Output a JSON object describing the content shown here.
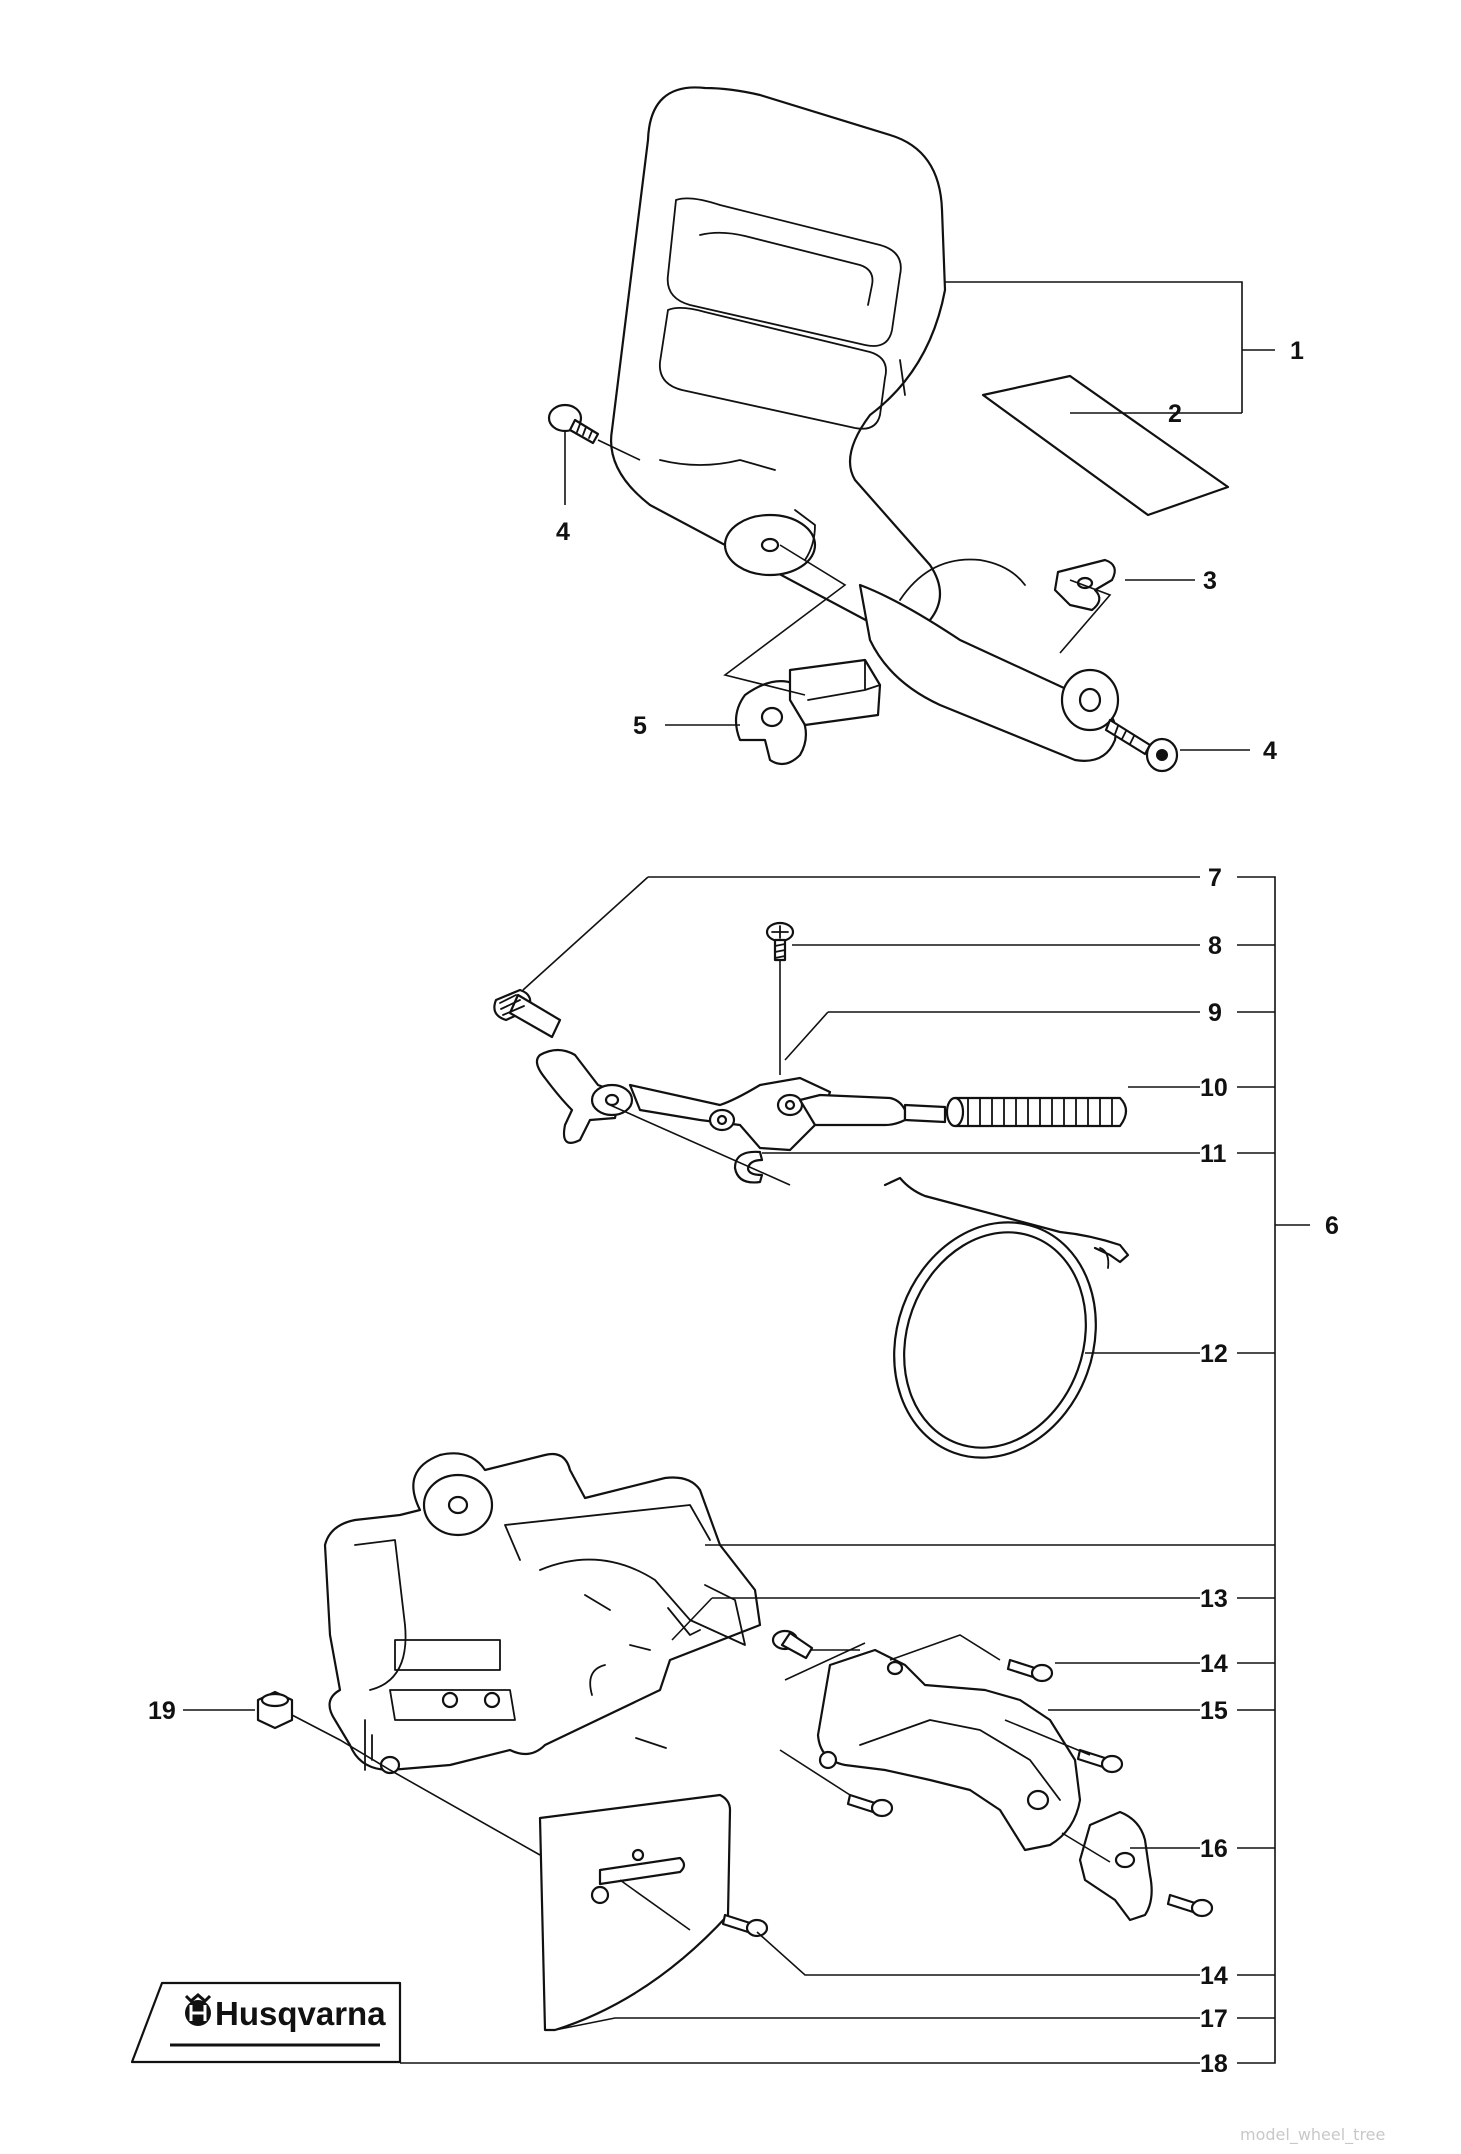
{
  "callouts": {
    "c1": "1",
    "c2": "2",
    "c3": "3",
    "c4a": "4",
    "c4b": "4",
    "c5": "5",
    "c6": "6",
    "c7": "7",
    "c8": "8",
    "c9": "9",
    "c10": "10",
    "c11": "11",
    "c12": "12",
    "c13": "13",
    "c14a": "14",
    "c14b": "14",
    "c15": "15",
    "c16": "16",
    "c17": "17",
    "c18": "18",
    "c19": "19"
  },
  "brand": {
    "name": "Husqvarna",
    "icon": "husqvarna-crown-h-logo"
  },
  "watermark": "model_wheel_tree",
  "colors": {
    "ink": "#111111",
    "paper": "#ffffff",
    "watermark": "#c8c8c8"
  }
}
